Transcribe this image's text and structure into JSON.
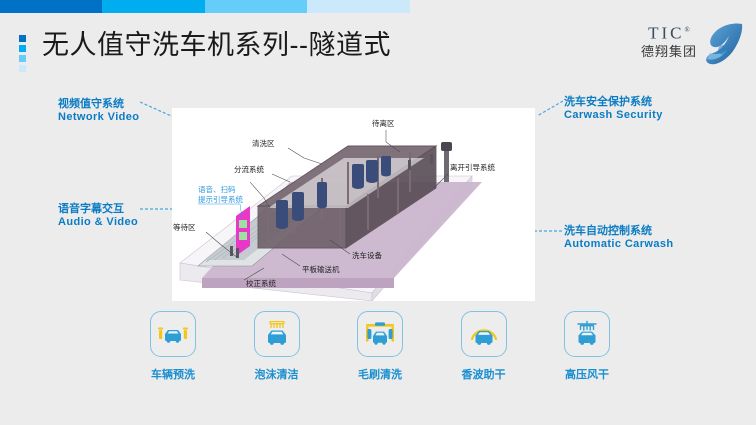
{
  "topbar": {
    "segments": [
      {
        "name": "segment-1",
        "color": "#0071c5",
        "width": 102
      },
      {
        "name": "segment-2",
        "color": "#00aeef",
        "width": 103
      },
      {
        "name": "segment-3",
        "color": "#66ccf9",
        "width": 102
      },
      {
        "name": "segment-4",
        "color": "#cbe9fb",
        "width": 103
      }
    ]
  },
  "header": {
    "title": "无人值守洗车机系列--隧道式",
    "bullet_colors": [
      "#0071c5",
      "#00aeef",
      "#66ccf9",
      "#cbe9fb"
    ]
  },
  "logo": {
    "brand": "TIC",
    "registered": "®",
    "company_cn": "德翔集团",
    "wing_color": "#2f7fc1"
  },
  "callouts": {
    "accent_color": "#0b7cc4",
    "items": [
      {
        "name": "callout-network-video",
        "cn": "视频值守系统",
        "en": "Network Video",
        "side": "left"
      },
      {
        "name": "callout-audio-video",
        "cn": "语音字幕交互",
        "en": "Audio & Video",
        "side": "left"
      },
      {
        "name": "callout-carwash-security",
        "cn": "洗车安全保护系统",
        "en": "Carwash Security",
        "side": "right"
      },
      {
        "name": "callout-automatic-carwash",
        "cn": "洗车自动控制系统",
        "en": "Automatic Carwash",
        "side": "right"
      }
    ]
  },
  "diagram": {
    "title": "tunnel-carwash-3d-layout",
    "annotations": [
      {
        "name": "annotation-wash-area",
        "text": "清洗区"
      },
      {
        "name": "annotation-departure-area",
        "text": "待离区"
      },
      {
        "name": "annotation-diversion-system",
        "text": "分流系统"
      },
      {
        "name": "annotation-voice-scan-guide",
        "text": "语音、扫码\n提示引导系统",
        "line1": "语音、扫码",
        "line2": "提示引导系统",
        "highlight": "#2f9ae0"
      },
      {
        "name": "annotation-waiting-area",
        "text": "等待区"
      },
      {
        "name": "annotation-exit-guide",
        "text": "离开引导系统"
      },
      {
        "name": "annotation-wash-equipment",
        "text": "洗车设备"
      },
      {
        "name": "annotation-flat-conveyor",
        "text": "平板输送机"
      },
      {
        "name": "annotation-align-system",
        "text": "校正系统"
      }
    ]
  },
  "steps": {
    "items": [
      {
        "name": "step-prewash",
        "label": "车辆预洗",
        "icon": "car-side-sprayer-icon"
      },
      {
        "name": "step-foam-clean",
        "label": "泡沫清洁",
        "icon": "car-foam-icon"
      },
      {
        "name": "step-brush-wash",
        "label": "毛刷清洗",
        "icon": "car-brush-gantry-icon"
      },
      {
        "name": "step-wax-dry",
        "label": "香波助干",
        "icon": "car-arc-wax-icon"
      },
      {
        "name": "step-air-dry",
        "label": "高压风干",
        "icon": "car-air-dryer-icon"
      }
    ],
    "border_color": "#7fc3e0",
    "car_color": "#2f9ed4",
    "accent_color": "#f5c518",
    "label_color": "#1a8fd0"
  }
}
